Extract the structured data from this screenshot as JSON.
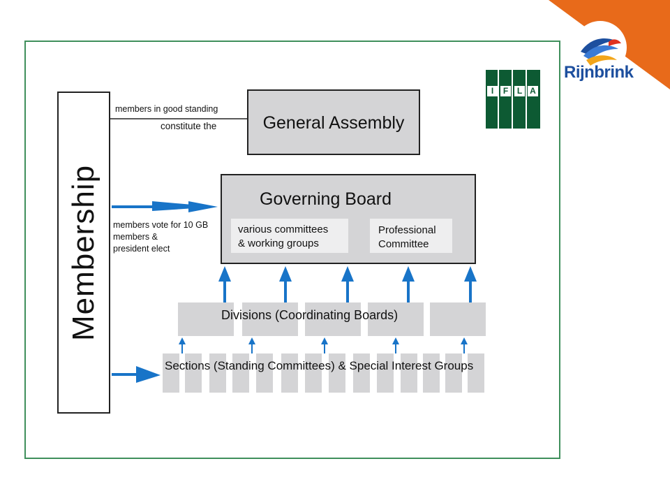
{
  "corner_color": "#e86a1a",
  "brand": {
    "logo_text": "Rijnbrink",
    "logo_color": "#1d4f9e"
  },
  "ifla": {
    "letters": [
      "I",
      "F",
      "L",
      "A"
    ],
    "color": "#0d5a33"
  },
  "diagram": {
    "membership": "Membership",
    "ga_note_line1": "members in good standing",
    "ga_note_line2": "constitute the",
    "general_assembly": "General Assembly",
    "governing_board": "Governing Board",
    "vote_note_line1": "members vote for 10 GB",
    "vote_note_line2": "members &",
    "vote_note_line3": "president elect",
    "committees_line1": "various committees",
    "committees_line2": "& working groups",
    "professional_line1": "Professional",
    "professional_line2": "Committee",
    "divisions": "Divisions (Coordinating Boards)",
    "sections": "Sections (Standing Committees) & Special Interest Groups"
  },
  "colors": {
    "arrow": "#1874c8",
    "box_fill": "#d4d4d6",
    "frame": "#3f8f5b"
  }
}
